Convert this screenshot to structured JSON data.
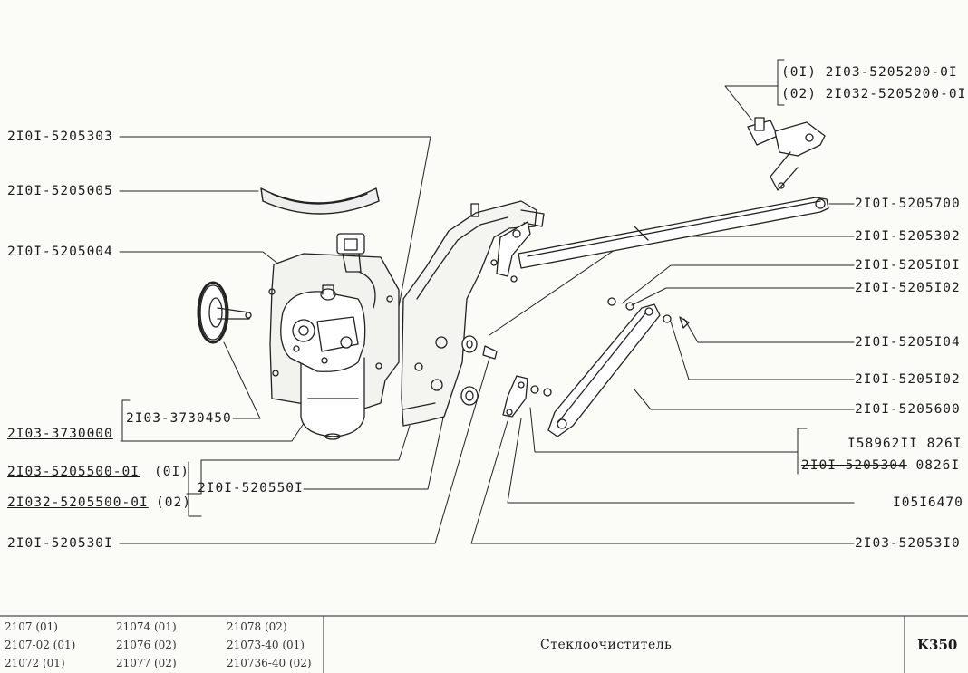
{
  "labels": {
    "l1": "2I0I-5205303",
    "l2": "2I0I-5205005",
    "l3": "2I0I-5205004",
    "l4": "2I03-3730450",
    "l5": "2I03-3730000",
    "l6a": "2I03-5205500-0I",
    "l6a_suffix": "(0I)",
    "l6b": "2I032-5205500-0I",
    "l6b_suffix": "(02)",
    "l7": "2I0I-520550I",
    "l8": "2I0I-520530I",
    "r1a": "(0I)  2I03-5205200-0I",
    "r1b": "(02) 2I032-5205200-0I",
    "r2": "2I0I-5205700",
    "r3": "2I0I-5205302",
    "r4": "2I0I-5205I0I",
    "r5": "2I0I-5205I02",
    "r6": "2I0I-5205I04",
    "r7": "2I0I-5205I02",
    "r8": "2I0I-5205600",
    "r9a": "I58962II 826I",
    "r9b_code": "2I0I-5205304",
    "r9b_suffix": " 0826I",
    "r10": "I05I6470",
    "r11": "2I03-52053I0"
  },
  "footer": {
    "models": [
      [
        "2107 (01)",
        "21074 (01)",
        "21078 (02)"
      ],
      [
        "2107-02 (01)",
        "21076 (02)",
        "21073-40 (01)"
      ],
      [
        "21072 (01)",
        "21077 (02)",
        "210736-40 (02)"
      ]
    ],
    "title": "Стеклоочиститель",
    "code": "K350"
  }
}
